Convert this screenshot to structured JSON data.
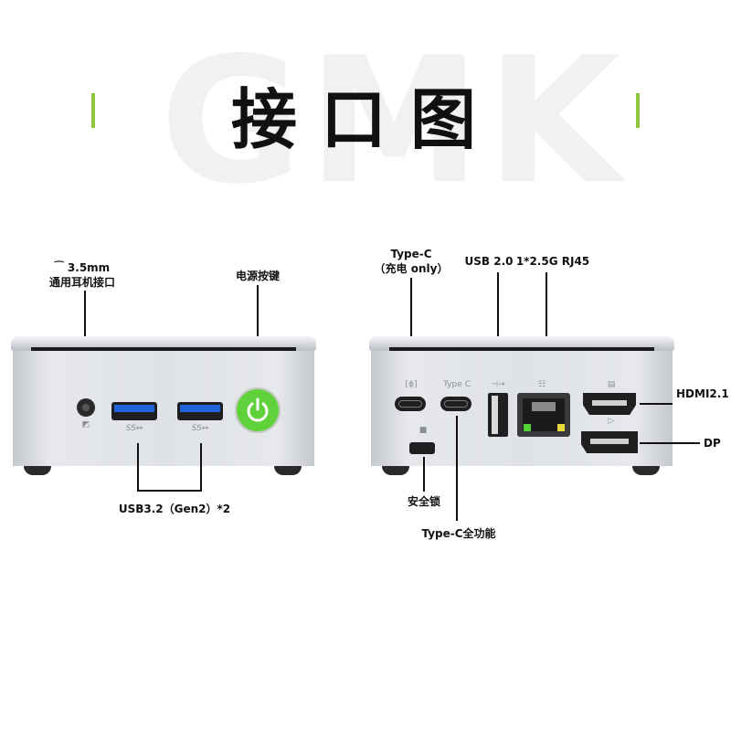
{
  "page": {
    "watermark": "GMK",
    "title": "接口图",
    "accent_color": "#8cc63f"
  },
  "left_panel": {
    "labels": {
      "audio_jack": "⁀ 3.5mm",
      "audio_jack_desc": "通用耳机接口",
      "power_button": "电源按键",
      "usb3": "USB3.2（Gen2）*2"
    },
    "icons": [
      "headphone-icon",
      "superspeed-usb-icon",
      "power-icon"
    ],
    "power_button_color": "#5fd13a",
    "usb_port_color": "#1f63d9"
  },
  "right_panel": {
    "labels": {
      "typec_charge": "Type-C",
      "typec_charge_desc": "（充电 only）",
      "usb2": "USB 2.0",
      "rj45": "1*2.5G RJ45",
      "hdmi": "HDMI2.1",
      "dp": "DP",
      "lock": "安全锁",
      "typec_full": "Type-C全功能"
    },
    "port_marks": {
      "typec_port_print": "Type C"
    },
    "icons": [
      "lightning-icon",
      "usb-icon",
      "network-icon",
      "hdmi-icon",
      "displayport-icon",
      "lock-icon"
    ]
  }
}
